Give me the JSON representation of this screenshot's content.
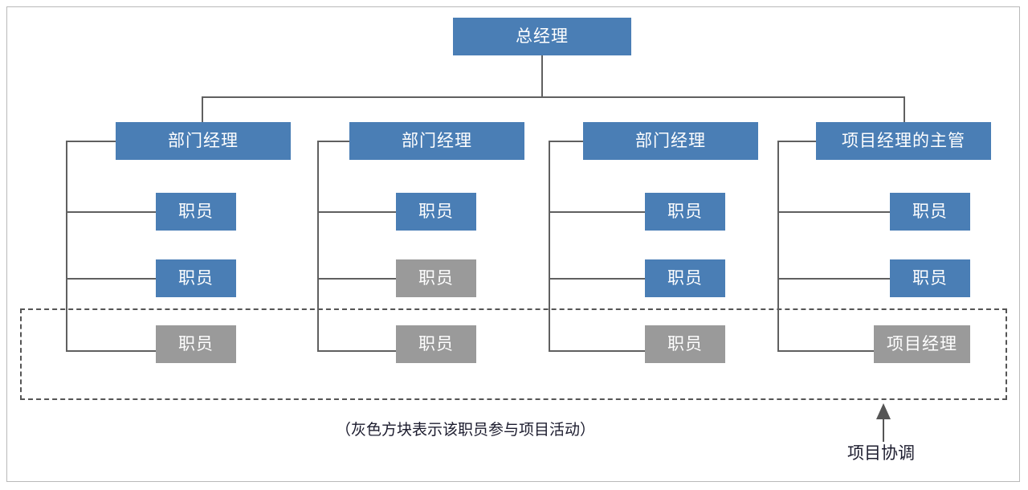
{
  "diagram": {
    "type": "org-chart",
    "title_text": "",
    "colors": {
      "blue": "#4A7EB5",
      "gray": "#9A9A9A",
      "connector": "#606060",
      "dashed_border": "#555555",
      "frame": "#b9b9b9",
      "text_on_box": "#FFFFFF",
      "text_label": "#1C1C2E"
    },
    "root": {
      "label": "总经理",
      "color": "blue"
    },
    "columns": [
      {
        "manager": {
          "label": "部门经理",
          "color": "blue"
        },
        "reports": [
          {
            "label": "职员",
            "color": "blue"
          },
          {
            "label": "职员",
            "color": "blue"
          },
          {
            "label": "职员",
            "color": "gray"
          }
        ]
      },
      {
        "manager": {
          "label": "部门经理",
          "color": "blue"
        },
        "reports": [
          {
            "label": "职员",
            "color": "blue"
          },
          {
            "label": "职员",
            "color": "gray"
          },
          {
            "label": "职员",
            "color": "gray"
          }
        ]
      },
      {
        "manager": {
          "label": "部门经理",
          "color": "blue"
        },
        "reports": [
          {
            "label": "职员",
            "color": "blue"
          },
          {
            "label": "职员",
            "color": "blue"
          },
          {
            "label": "职员",
            "color": "gray"
          }
        ]
      },
      {
        "manager": {
          "label": "项目经理的主管",
          "color": "blue"
        },
        "reports": [
          {
            "label": "职员",
            "color": "blue"
          },
          {
            "label": "职员",
            "color": "blue"
          },
          {
            "label": "项目经理",
            "color": "gray"
          }
        ]
      }
    ],
    "caption": "（灰色方块表示该职员参与项目活动）",
    "annotation": {
      "label": "项目协调",
      "icon": "up-arrow-icon"
    }
  }
}
